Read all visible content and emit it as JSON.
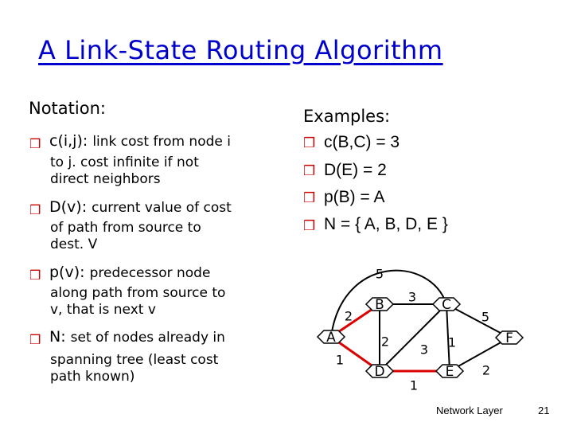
{
  "title": "A Link-State Routing Algorithm",
  "notation": {
    "heading": "Notation:",
    "items": [
      {
        "term": "c(i,j):",
        "desc": "link cost from node i",
        "cont": [
          "to j. cost infinite if not",
          "direct neighbors"
        ]
      },
      {
        "term": "D(v):",
        "desc": "current value of cost",
        "cont": [
          "of path from source to",
          "dest. V"
        ]
      },
      {
        "term": "p(v):",
        "desc": "predecessor node",
        "cont": [
          "along path from source to",
          "v, that is next v"
        ]
      },
      {
        "term": "N:",
        "desc": "set of nodes already in",
        "cont": [
          "spanning tree (least cost",
          "path known)"
        ]
      }
    ]
  },
  "examples": {
    "heading": "Examples:",
    "items": [
      "c(B,C) = 3",
      "D(E) = 2",
      "p(B) = A",
      "N = { A, B, D, E }"
    ]
  },
  "graph": {
    "nodes": [
      "A",
      "B",
      "C",
      "D",
      "E",
      "F"
    ],
    "edges": [
      {
        "from": "A",
        "to": "B",
        "cost": "2",
        "highlight": true
      },
      {
        "from": "A",
        "to": "D",
        "cost": "1",
        "highlight": true
      },
      {
        "from": "A",
        "to": "C",
        "cost": "5",
        "highlight": false
      },
      {
        "from": "B",
        "to": "C",
        "cost": "3",
        "highlight": false
      },
      {
        "from": "B",
        "to": "D",
        "cost": "2",
        "highlight": false
      },
      {
        "from": "C",
        "to": "D",
        "cost": "3",
        "highlight": false
      },
      {
        "from": "C",
        "to": "E",
        "cost": "1",
        "highlight": false
      },
      {
        "from": "C",
        "to": "F",
        "cost": "5",
        "highlight": false
      },
      {
        "from": "D",
        "to": "E",
        "cost": "1",
        "highlight": true
      },
      {
        "from": "E",
        "to": "F",
        "cost": "2",
        "highlight": false
      }
    ],
    "colors": {
      "highlight": "#dd0000",
      "normal": "#000000",
      "node_fill": "#ffffff"
    }
  },
  "footer": {
    "label": "Network Layer",
    "page": "21"
  }
}
